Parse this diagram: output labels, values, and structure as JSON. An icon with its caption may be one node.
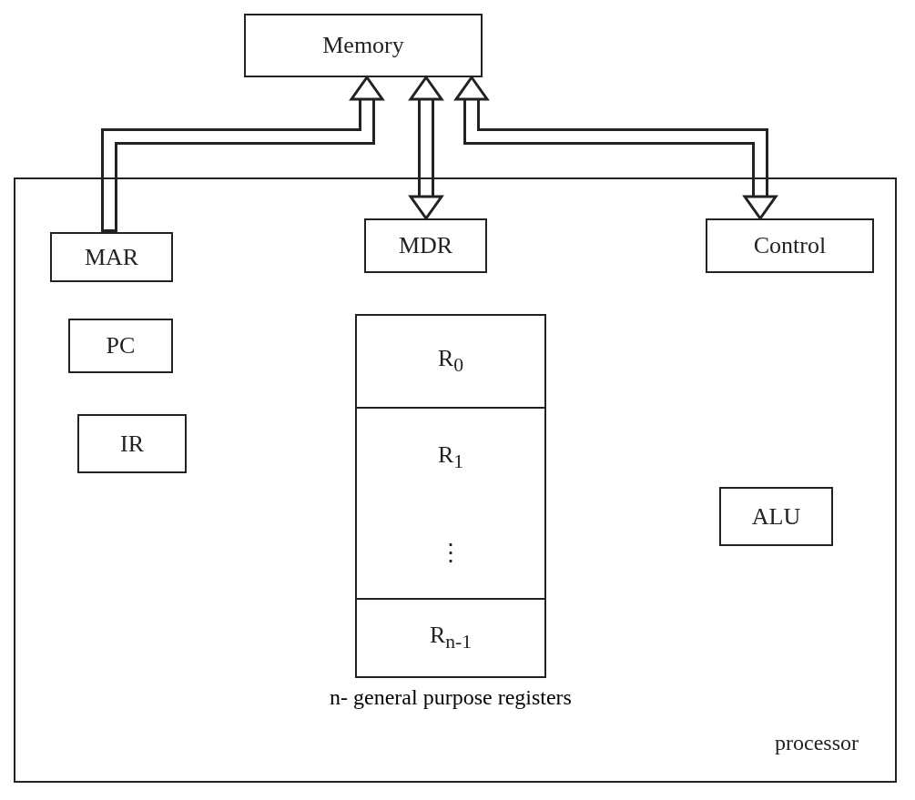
{
  "diagram": {
    "nodes": [
      {
        "text": [
          "Memory"
        ]
      },
      {
        "text": [
          "processor"
        ]
      },
      {
        "text": [
          "MAR"
        ],
        "in": 1
      },
      {
        "text": [
          "MDR"
        ],
        "in": 1
      },
      {
        "text": [
          "Control"
        ],
        "in": 1
      },
      {
        "text": [
          "PC"
        ],
        "in": 1
      },
      {
        "text": [
          "IR"
        ],
        "in": 1
      },
      {
        "text": [
          "R$_{0}$",
          "R$_{1}$",
          "⋮",
          "R$_{n-1}$"
        ],
        "in": 1,
        "beside": [
          "n- general purpose registers"
        ]
      },
      {
        "text": [
          "ALU"
        ],
        "in": 1
      }
    ],
    "edges": [
      {
        "from": 2,
        "to": 0,
        "arrow": "to"
      },
      {
        "from": 0,
        "to": 3,
        "arrow": "both"
      },
      {
        "from": 0,
        "to": 4,
        "arrow": "both"
      }
    ]
  }
}
